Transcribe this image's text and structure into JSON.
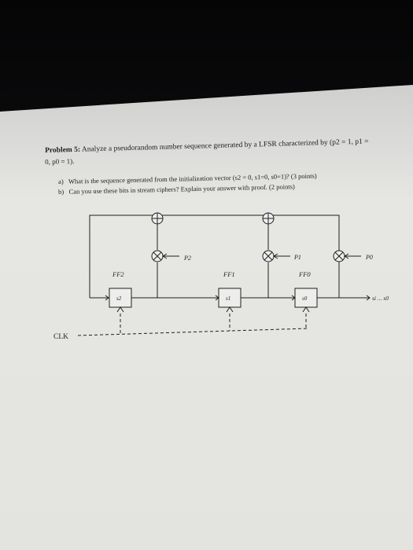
{
  "problem": {
    "heading": "Problem 5:",
    "intro_line1": "Analyze a pseudorandom number sequence generated by a LFSR characterized by (p2 = 1, p1 =",
    "intro_line2": "0, p0 = 1).",
    "question_a_marker": "a)",
    "question_a": "What is the sequence generated from the initialization vector (s2 = 0, s1=0, s0=1)? (3 points)",
    "question_b_marker": "b)",
    "question_b": "Can you use these bits in stream ciphers? Explain your answer with proof. (2 points)"
  },
  "diagram": {
    "clk_label": "CLK",
    "flipflops": [
      {
        "name": "FF2",
        "state": "s2"
      },
      {
        "name": "FF1",
        "state": "s1"
      },
      {
        "name": "FF0",
        "state": "s0"
      }
    ],
    "taps": [
      {
        "name": "P2"
      },
      {
        "name": "P1"
      },
      {
        "name": "P0"
      }
    ],
    "output_label": "si ... s0"
  },
  "colors": {
    "paper": "#eeeeec",
    "paper_shadow": "#c9c9c6",
    "ink": "#1e1e1e",
    "background": "#0b0b0c"
  }
}
